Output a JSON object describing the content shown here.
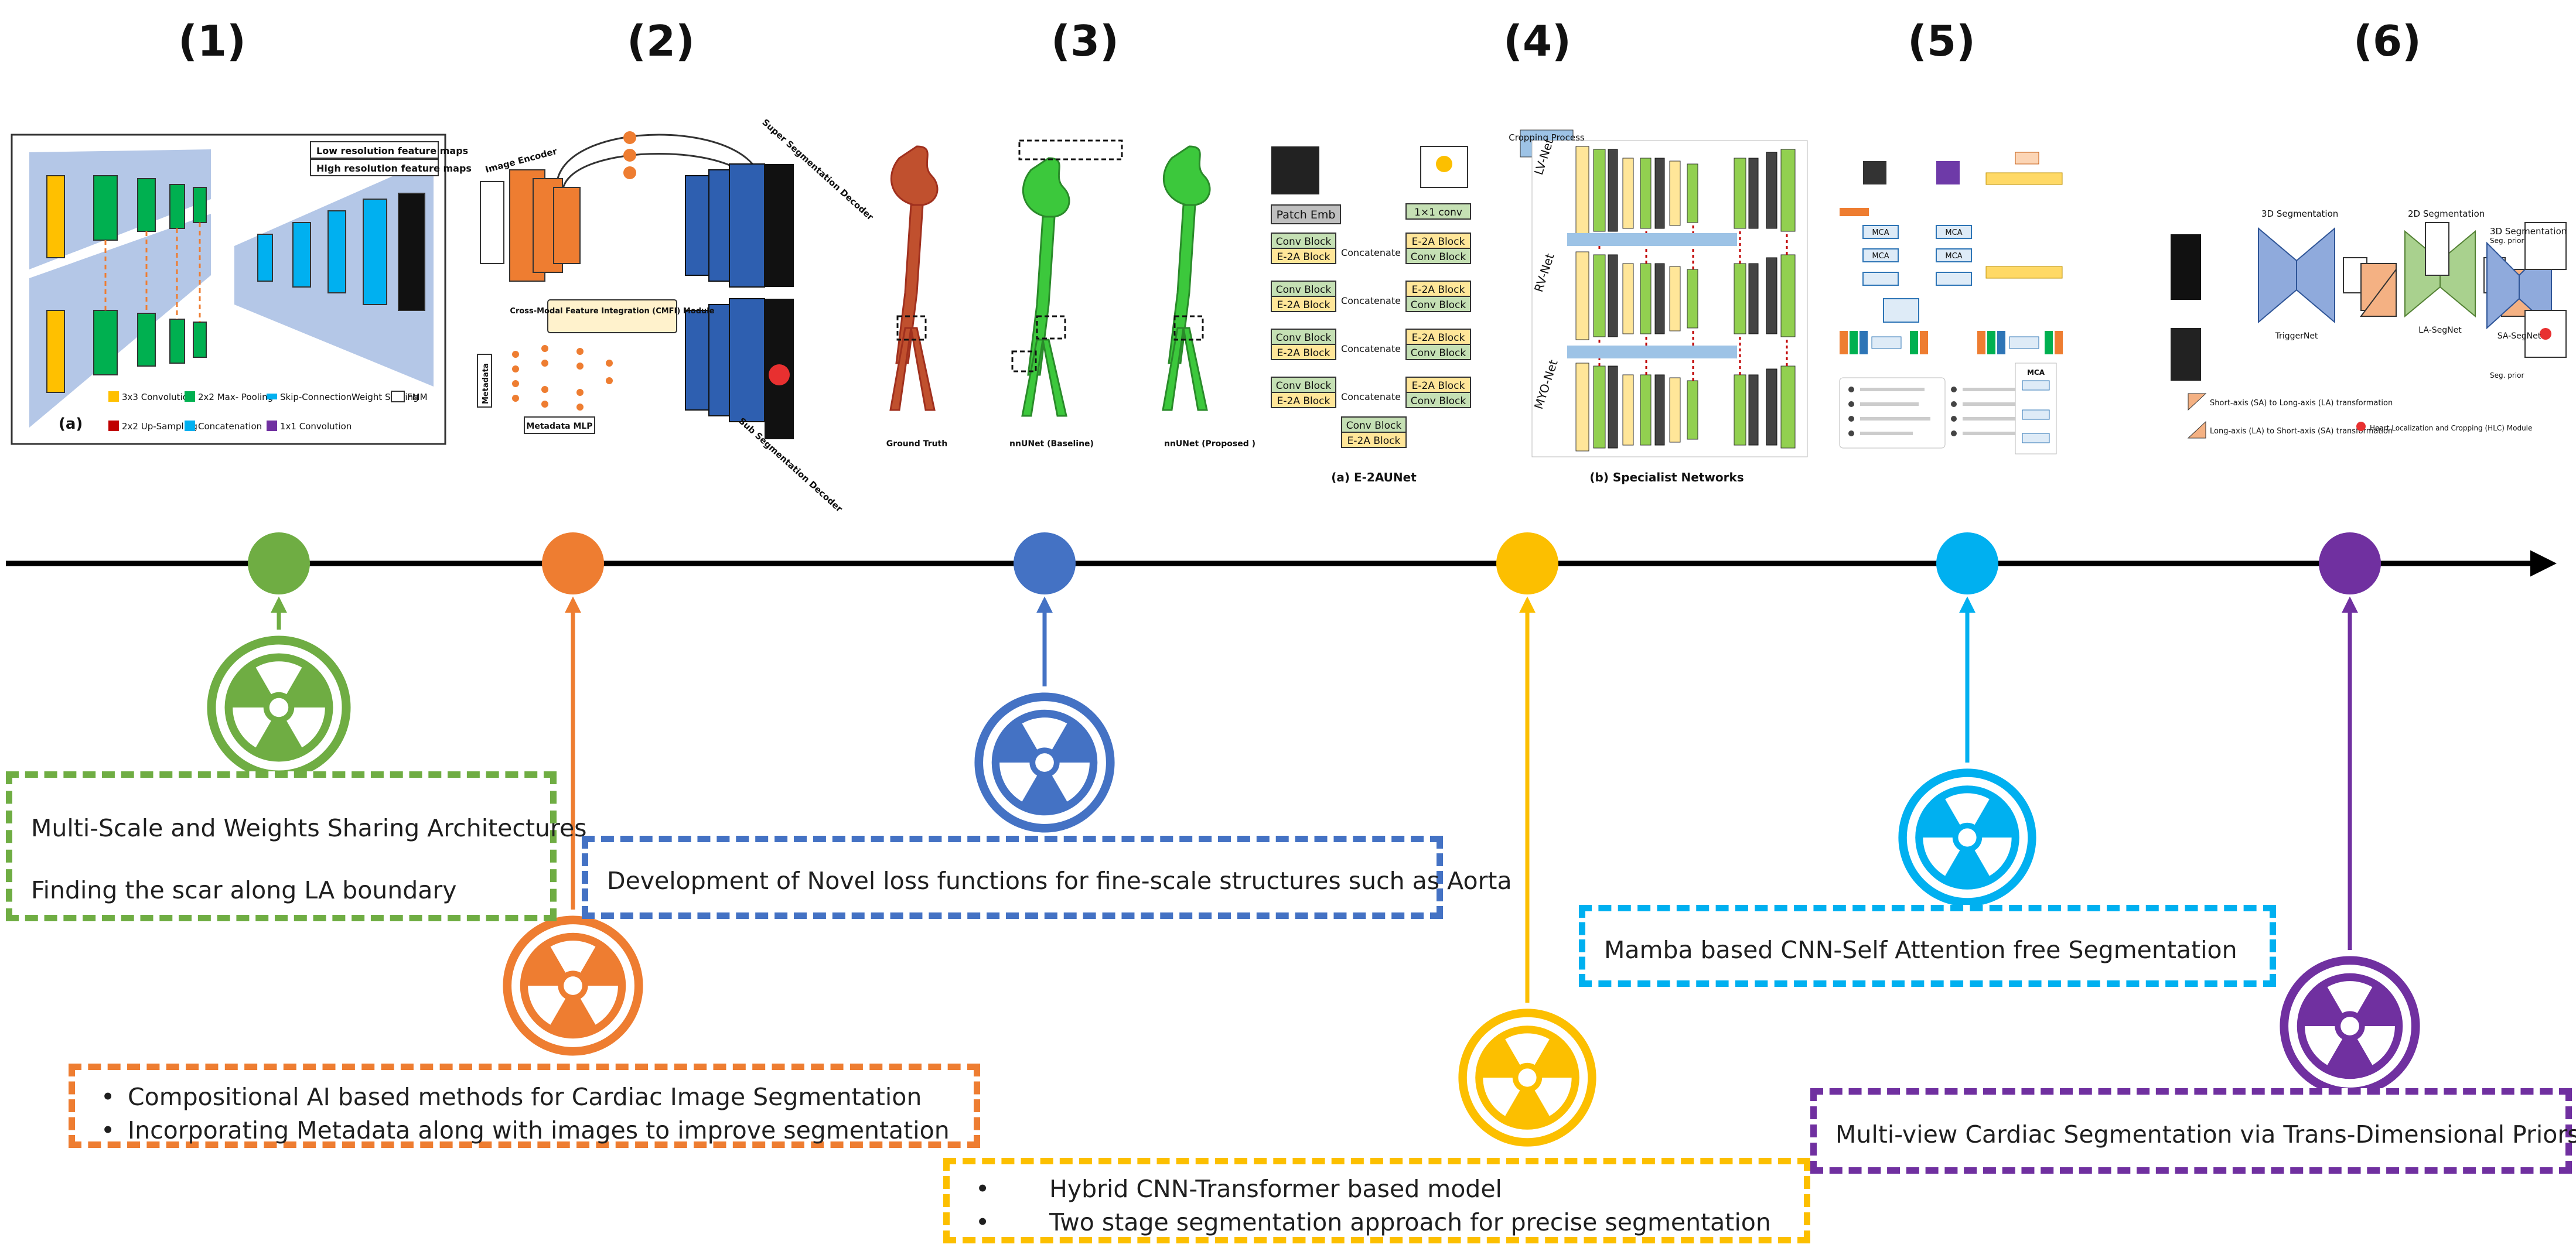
{
  "colors": {
    "green": "#6fad43",
    "orange": "#ee7d31",
    "blue": "#4472c4",
    "yellow": "#fcbf00",
    "cyan": "#00b0f0",
    "purple": "#7030a0",
    "axis": "#000000"
  },
  "stages": [
    {
      "num": "(1)",
      "color": "green"
    },
    {
      "num": "(2)",
      "color": "orange"
    },
    {
      "num": "(3)",
      "color": "blue"
    },
    {
      "num": "(4)",
      "color": "yellow"
    },
    {
      "num": "(5)",
      "color": "cyan"
    },
    {
      "num": "(6)",
      "color": "purple"
    }
  ],
  "icons": {
    "milestone": "radiation-trefoil-icon"
  },
  "boxes": {
    "stage1": {
      "line1": "Multi-Scale and Weights Sharing Architectures",
      "line2": "Finding the scar along LA boundary"
    },
    "stage2": {
      "items": [
        "Compositional AI based methods for Cardiac Image Segmentation",
        "Incorporating Metadata along with images to improve segmentation"
      ]
    },
    "stage3": {
      "line1": "Development of Novel loss functions for fine-scale structures such as Aorta"
    },
    "stage4": {
      "items": [
        "Hybrid CNN-Transformer based model",
        "Two stage segmentation approach for precise segmentation"
      ]
    },
    "stage5": {
      "line1": "Mamba based CNN-Self Attention free Segmentation"
    },
    "stage6": {
      "line1": "Multi-view Cardiac Segmentation via Trans-Dimensional Priors"
    }
  },
  "thumbnails": {
    "t1": {
      "legend": [
        "3x3 Convolution",
        "2x2 Max- Pooling",
        "Skip-Connection",
        "Weight Sharing",
        "FMM",
        "2x2 Up-Sampling",
        "Concatenation",
        "1x1 Convolution"
      ],
      "feature_low": "Low resolution feature maps",
      "feature_high": "High resolution feature maps",
      "panel": "(a)"
    },
    "t2": {
      "image_encoder": "Image Encoder",
      "cmfi": "Cross-Modal Feature Integration (CMFI) Module",
      "metadata": "Metadata",
      "metadata_mlp": "Metadata MLP",
      "super_decoder": "Super Segmentation Decoder",
      "sub_decoder": "Sub Segmentation Decoder"
    },
    "t3": {
      "labels": [
        "Ground Truth",
        "nnUNet (Baseline)",
        "nnUNet (Proposed )"
      ]
    },
    "t4": {
      "patch_emb": "Patch Emb",
      "conv_block": "Conv Block",
      "e2a_block": "E-2A Block",
      "concatenate": "Concatenate",
      "conv1x1": "1×1 conv",
      "cropping": "Cropping Process",
      "lv": "LV-Net",
      "rv": "RV-Net",
      "myo": "MYO-Net",
      "caption_a": "(a) E-2AUNet",
      "caption_b": "(b) Specialist Networks"
    },
    "t5": {
      "mca": "MCA"
    },
    "t6": {
      "seg3d": "3D Segmentation",
      "seg2d": "2D Segmentation",
      "trigger": "TriggerNet",
      "la": "LA-SegNet",
      "sa": "SA-SegNet",
      "seg_prior": "Seg. prior",
      "legend1": "Short-axis (SA) to Long-axis (LA) transformation",
      "legend2": "Long-axis (LA) to Short-axis (SA) transformation",
      "legend3": "Heart Localization and Cropping (HLC) Module"
    }
  }
}
